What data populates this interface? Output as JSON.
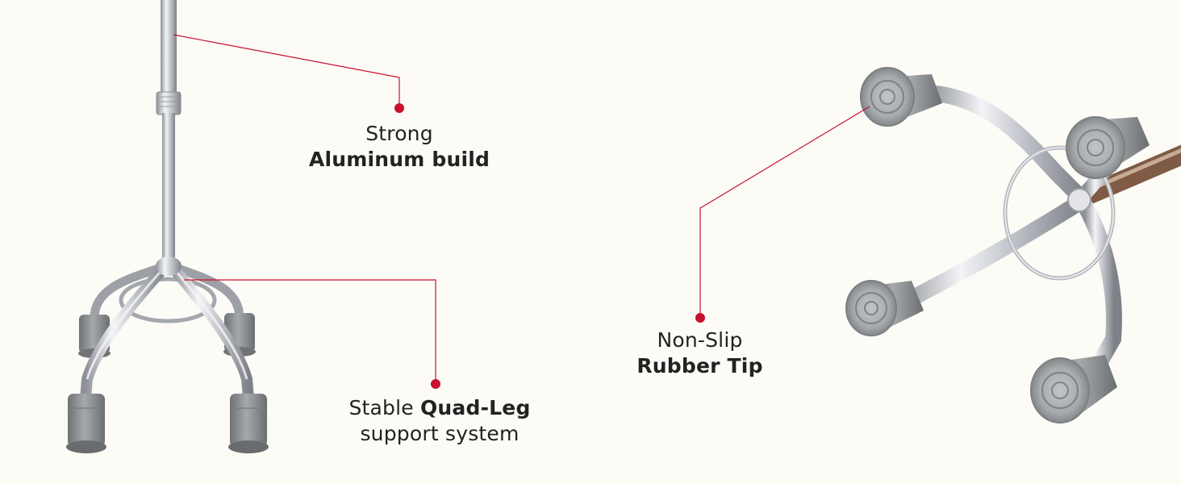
{
  "callouts": {
    "aluminum": {
      "line1": "Strong",
      "line2": "Aluminum build"
    },
    "quadleg": {
      "prefix": "Stable ",
      "bold": "Quad-Leg",
      "line2": "support system"
    },
    "rubber": {
      "line1": "Non-Slip",
      "line2": "Rubber Tip"
    }
  },
  "colors": {
    "background": "#fcfbf6",
    "accent": "#c8102e",
    "text": "#222222",
    "chrome": "#c9ccd2",
    "rubber": "#8f9396"
  }
}
